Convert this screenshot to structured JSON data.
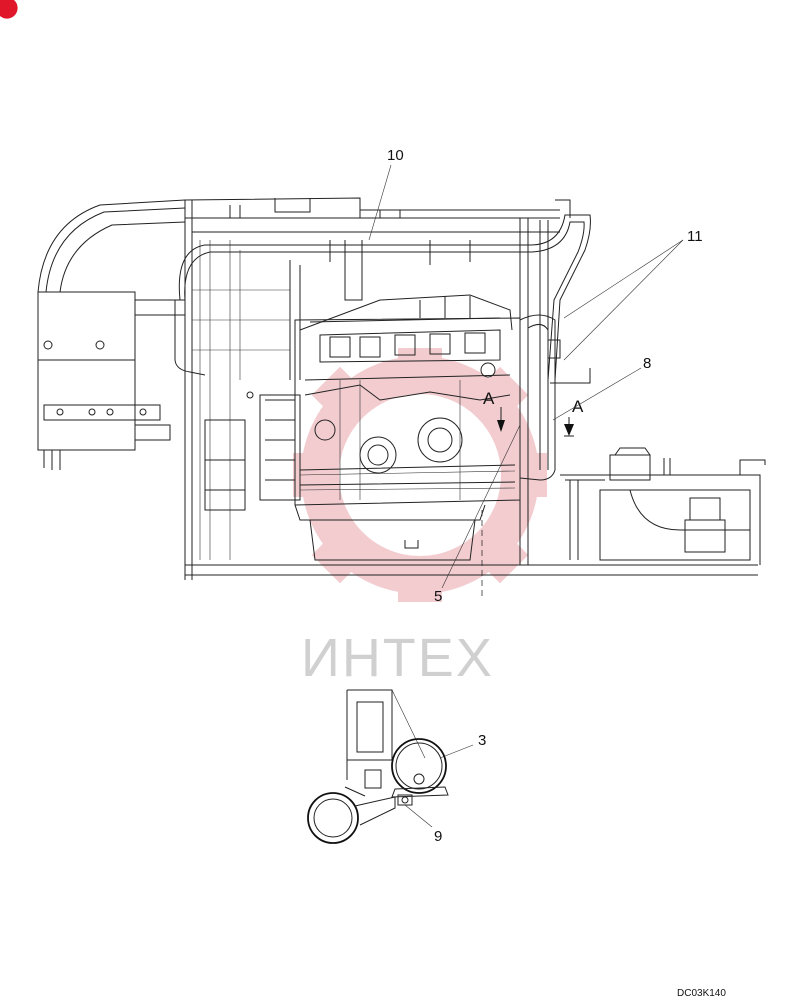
{
  "drawing": {
    "callouts": [
      {
        "id": "c10",
        "label": "10"
      },
      {
        "id": "c11",
        "label": "11"
      },
      {
        "id": "c8",
        "label": "8"
      },
      {
        "id": "c5",
        "label": "5"
      },
      {
        "id": "c3",
        "label": "3"
      },
      {
        "id": "c9",
        "label": "9"
      }
    ],
    "view_marks": [
      "A",
      "A"
    ],
    "watermark": "ИНТЕХ",
    "drawing_code": "DC03K140"
  },
  "colors": {
    "line": "#222222",
    "watermark_red": "#e8a3a8",
    "watermark_gray": "#d0d0d0",
    "corner_badge": "#e0162b"
  }
}
